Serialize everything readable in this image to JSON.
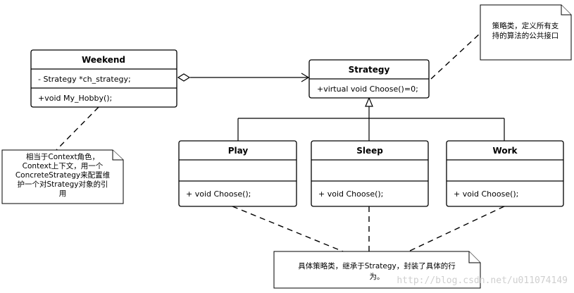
{
  "classes": {
    "weekend": {
      "name": "Weekend",
      "attribute": "-  Strategy *ch_strategy;",
      "method": "+void My_Hobby();"
    },
    "strategy": {
      "name": "Strategy",
      "method": "+virtual void Choose()=0;"
    },
    "play": {
      "name": "Play",
      "method": "+ void Choose();"
    },
    "sleep": {
      "name": "Sleep",
      "method": "+ void Choose();"
    },
    "work": {
      "name": "Work",
      "method": "+ void Choose();"
    }
  },
  "notes": {
    "strategy_note": [
      "策略类，定义所有支",
      "持的算法的公共接口"
    ],
    "context_note": [
      "相当于Context角色，",
      "Context上下文，用一个",
      "ConcreteStrategy来配置维",
      "护一个对Strategy对象的引",
      "用"
    ],
    "concrete_note": [
      "具体策略类，继承于Strategy，封装了具体的行",
      "为。"
    ]
  },
  "watermark": "http://blog.csdn.net/u011074149"
}
